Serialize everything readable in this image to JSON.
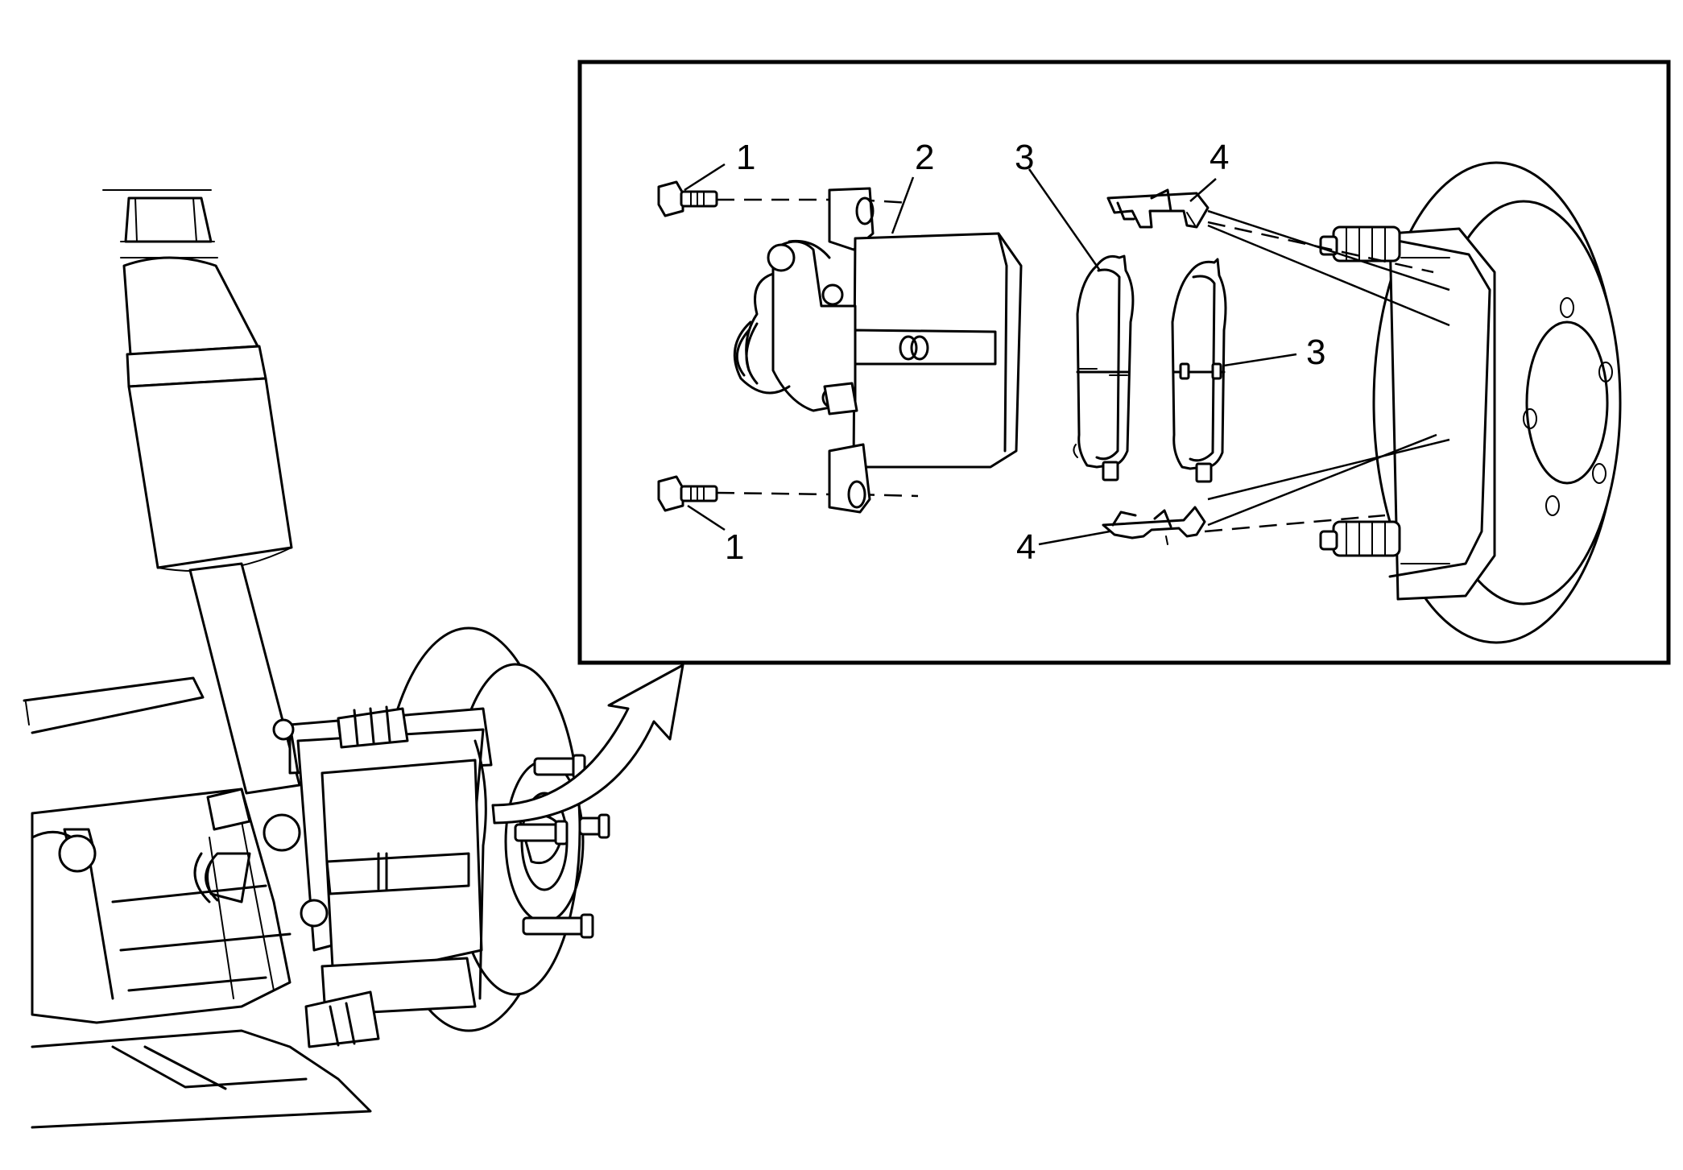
{
  "callouts": {
    "c1_top": "1",
    "c1_bottom": "1",
    "c2": "2",
    "c3_left": "3",
    "c3_right": "3",
    "c4_top": "4",
    "c4_bottom": "4"
  }
}
